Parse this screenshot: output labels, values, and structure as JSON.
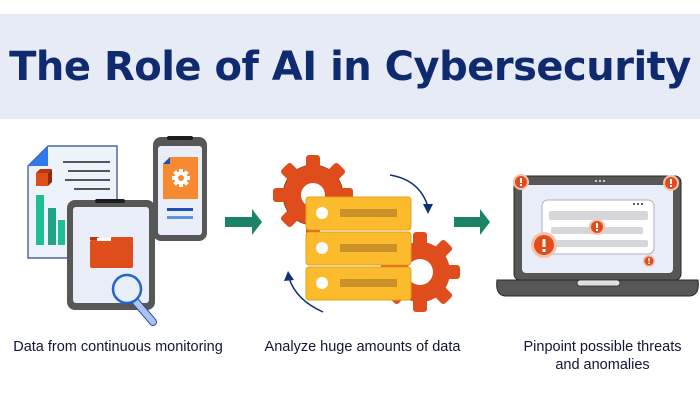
{
  "title": "The Role of AI in Cybersecurity",
  "steps": [
    {
      "caption": "Data from continuous monitoring",
      "icons": [
        "document-chart-icon",
        "tablet-folder-icon",
        "magnifier-icon",
        "phone-settings-icon"
      ]
    },
    {
      "caption": "Analyze huge amounts of data",
      "icons": [
        "gear-icon",
        "server-stack-icon",
        "cycle-arrows-icon"
      ]
    },
    {
      "caption_line1": "Pinpoint possible threats",
      "caption_line2": "and anomalies",
      "icons": [
        "laptop-icon",
        "alert-icon"
      ]
    }
  ],
  "colors": {
    "title": "#0f2a6e",
    "band": "#e6ebf5",
    "arrow": "#1c8466",
    "orange": "#e04d1c",
    "server": "#fbbb2c",
    "device": "#575757",
    "screen": "#e9eef9",
    "chart_green": "#1fbf95",
    "accent_blue": "#1d66d1"
  }
}
